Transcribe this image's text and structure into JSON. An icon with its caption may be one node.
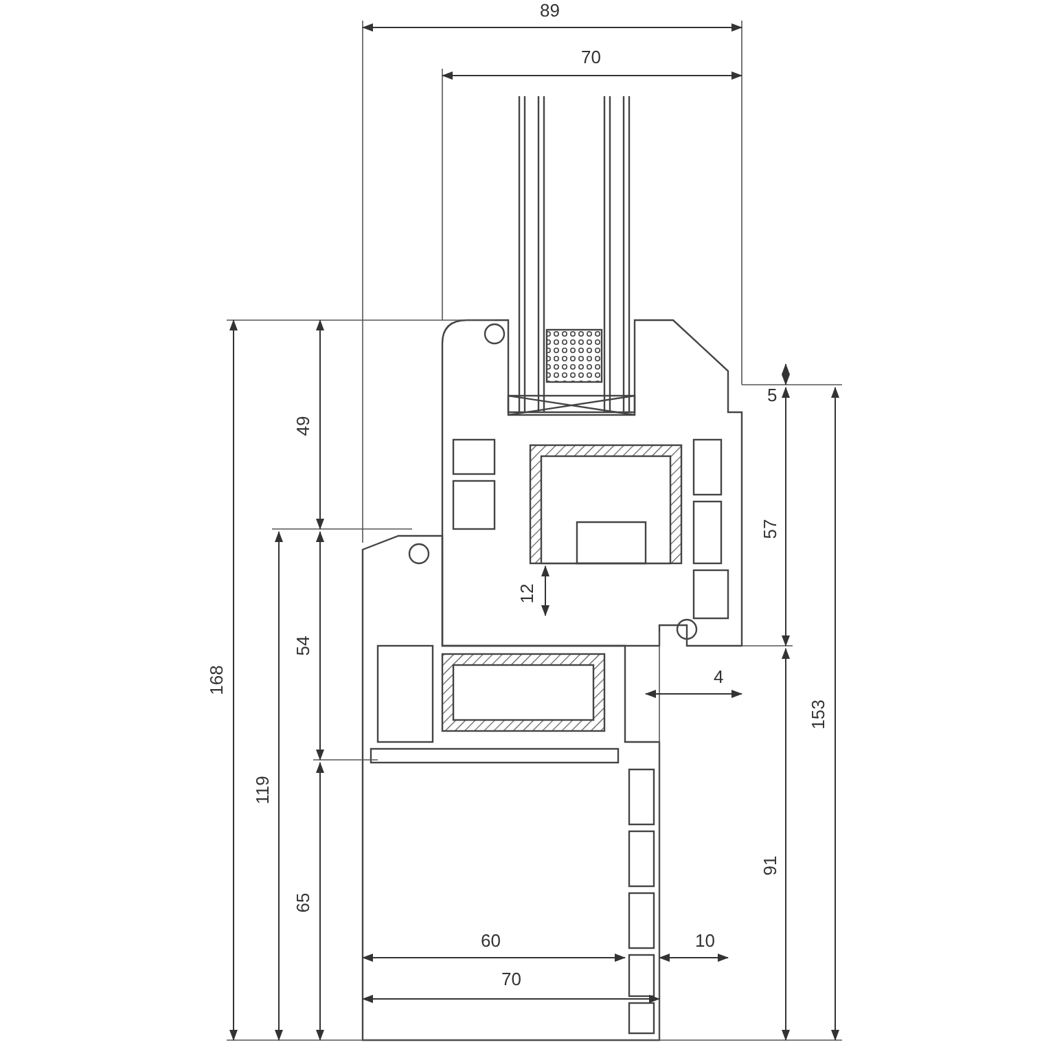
{
  "diagram": {
    "labels": [
      "89",
      "70",
      "5",
      "49",
      "57",
      "12",
      "4",
      "168",
      "54",
      "119",
      "153",
      "91",
      "65",
      "60",
      "10",
      "70"
    ]
  }
}
